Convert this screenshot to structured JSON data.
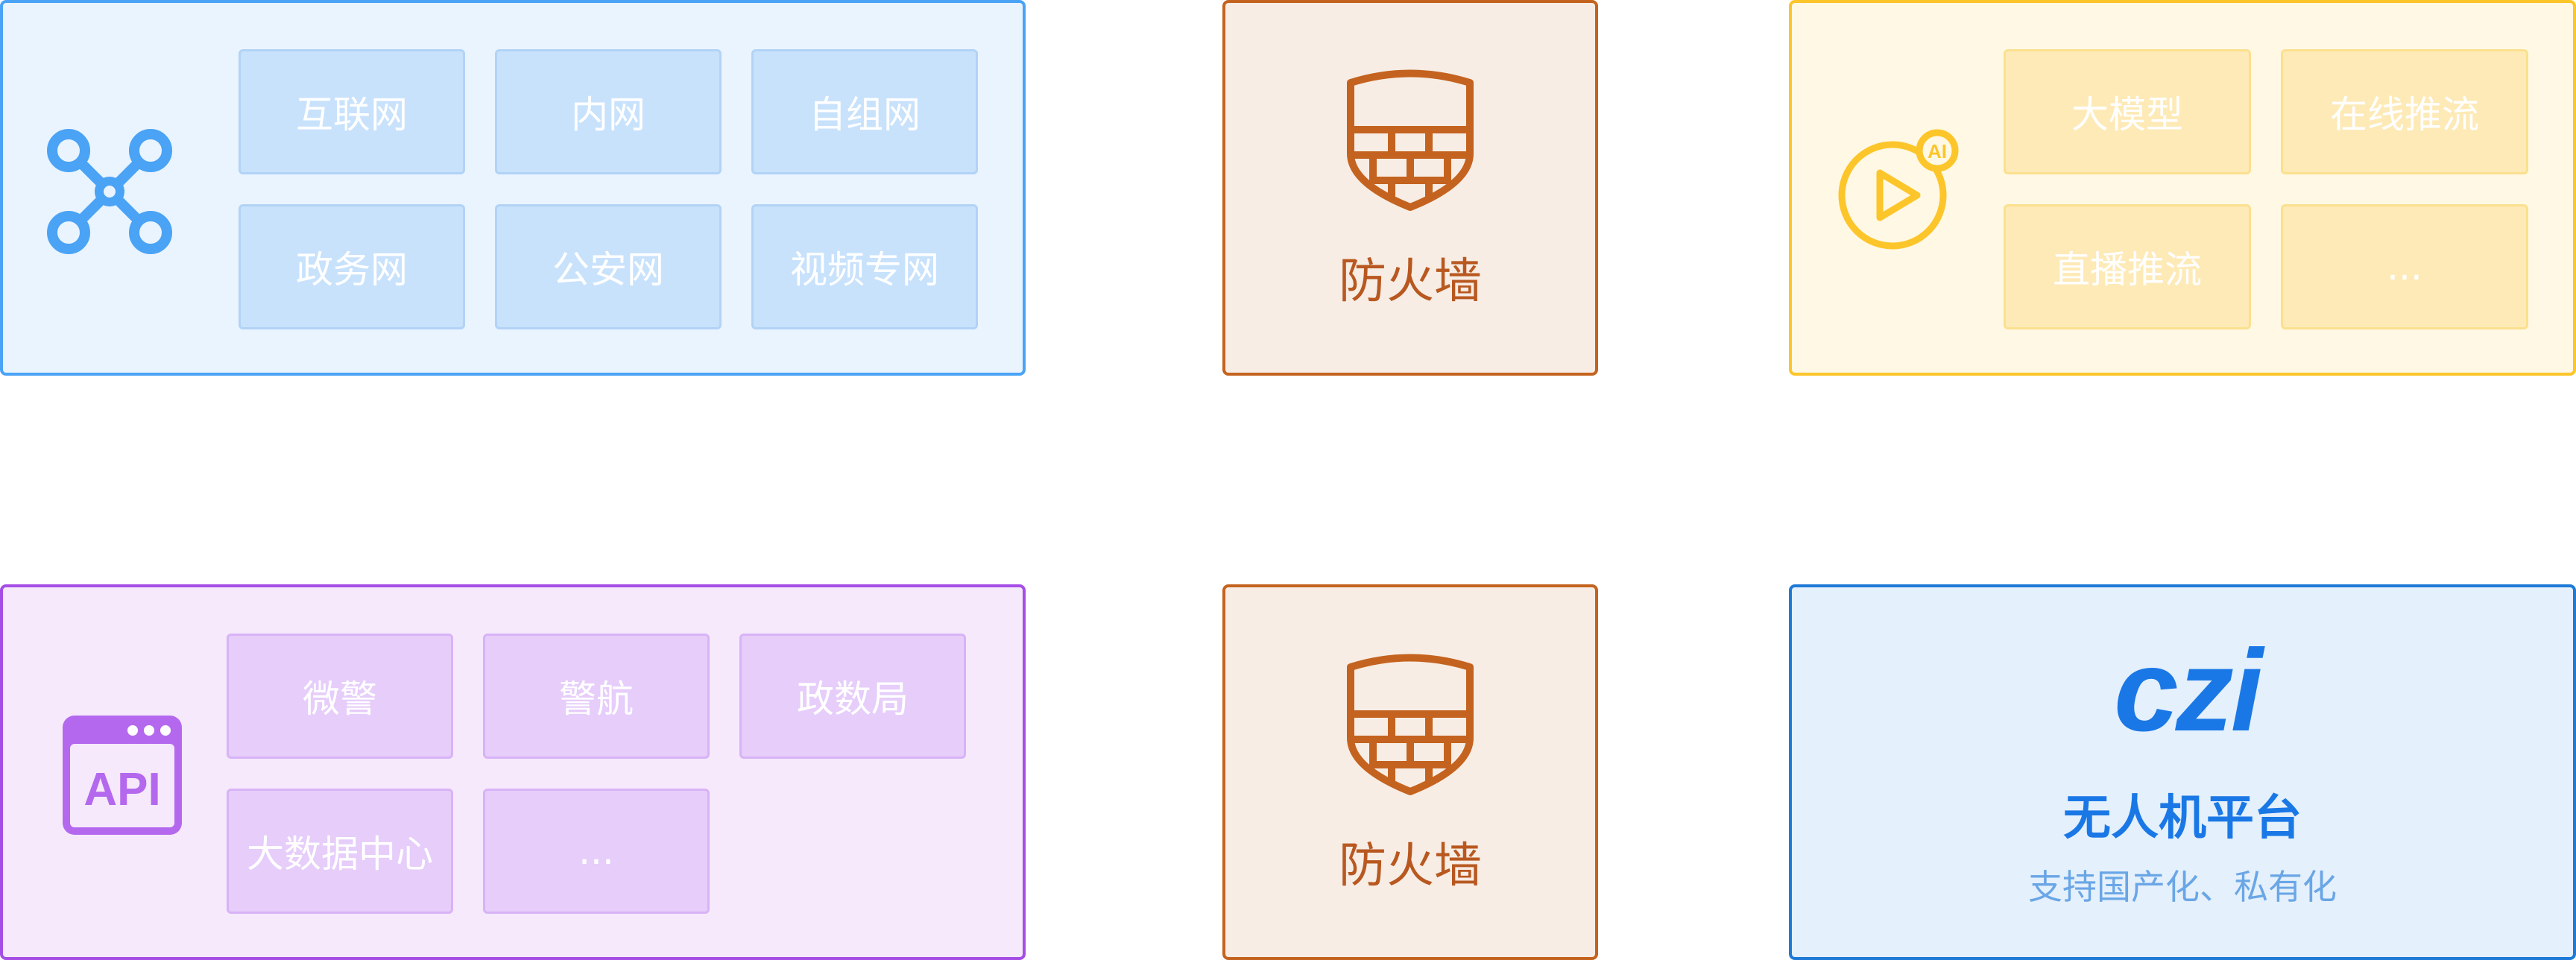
{
  "network_panel": {
    "icon": "drone-icon",
    "items": [
      "互联网",
      "内网",
      "自组网",
      "政务网",
      "公安网",
      "视频专网"
    ]
  },
  "firewall_top": {
    "icon": "firewall-shield-icon",
    "label": "防火墙"
  },
  "services_panel": {
    "icon": "ai-video-play-icon",
    "icon_badge": "AI",
    "items": [
      "大模型",
      "在线推流",
      "直播推流",
      "..."
    ]
  },
  "api_panel": {
    "icon": "api-window-icon",
    "icon_text": "API",
    "items": [
      "微警",
      "警航",
      "政数局",
      "大数据中心",
      "..."
    ]
  },
  "firewall_bottom": {
    "icon": "firewall-shield-icon",
    "label": "防火墙"
  },
  "platform_panel": {
    "logo_text": "czi",
    "title": "无人机平台",
    "subtitle": "支持国产化、私有化"
  },
  "colors": {
    "blue_border": "#4aa3f5",
    "blue_bg": "#eaf4fe",
    "orange_border": "#c4631f",
    "orange_bg": "#f7ede4",
    "yellow_border": "#fcc52a",
    "yellow_bg": "#fff8e4",
    "purple_border": "#a64de6",
    "purple_bg": "#f5e9fb",
    "platform_border": "#1e7ad6",
    "platform_bg": "#e4f0fb",
    "brand_blue": "#1a78e6"
  }
}
